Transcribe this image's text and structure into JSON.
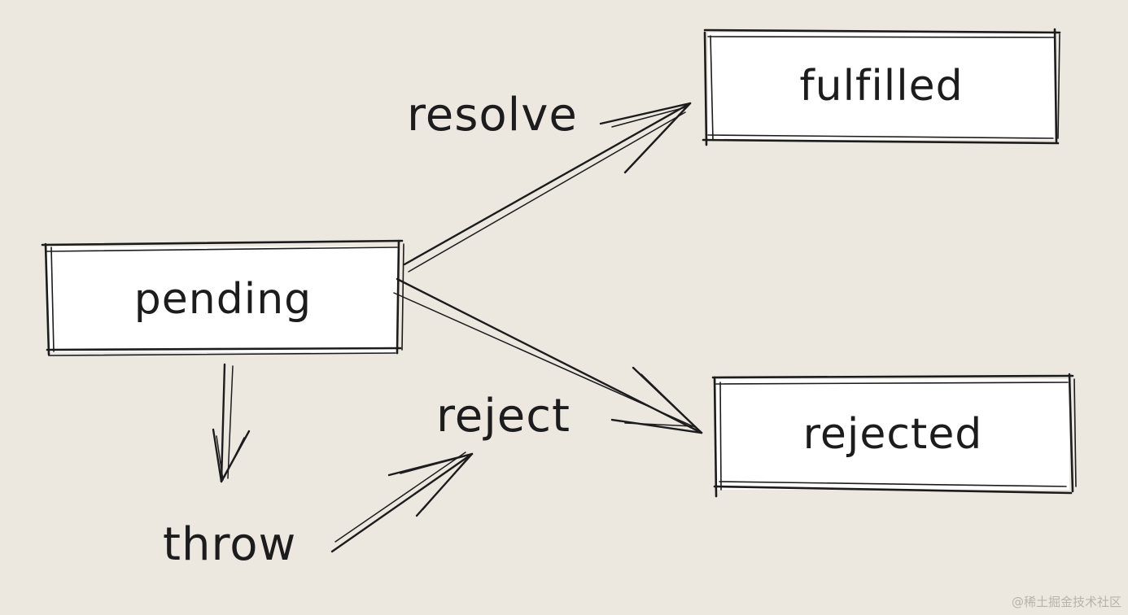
{
  "nodes": {
    "pending": "pending",
    "fulfilled": "fulfilled",
    "rejected": "rejected"
  },
  "edges": {
    "resolve": "resolve",
    "reject": "reject",
    "throw": "throw"
  },
  "watermark": "@稀土掘金技术社区",
  "colors": {
    "background": "#ece8e0",
    "box_fill": "#ffffff",
    "ink": "#1c1c1c"
  }
}
